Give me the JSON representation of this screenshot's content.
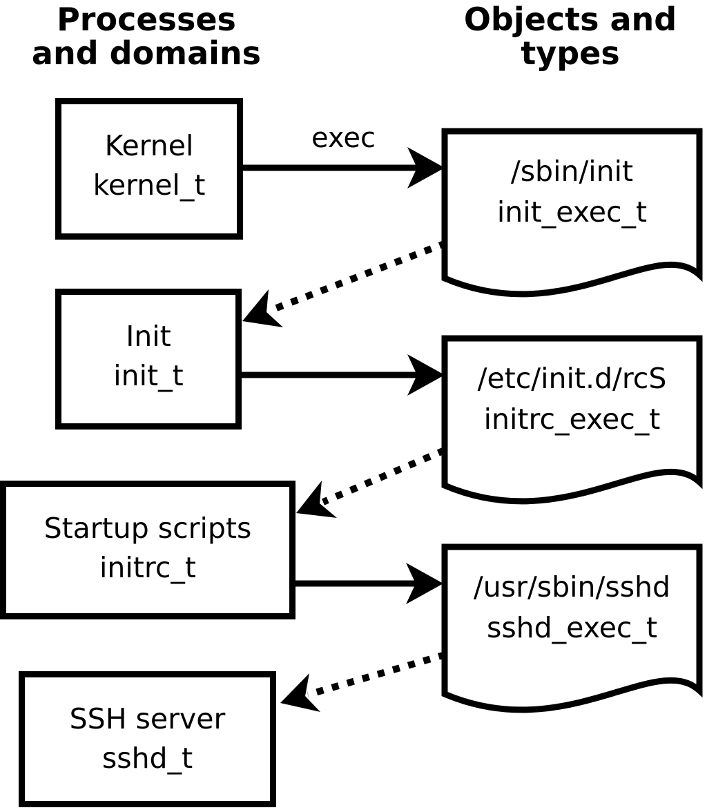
{
  "headers": {
    "left": {
      "line1": "Processes",
      "line2": "and domains"
    },
    "right": {
      "line1": "Objects and",
      "line2": "types"
    }
  },
  "processes": [
    {
      "name": "Kernel",
      "type": "kernel_t"
    },
    {
      "name": "Init",
      "type": "init_t"
    },
    {
      "name": "Startup scripts",
      "type": "initrc_t"
    },
    {
      "name": "SSH server",
      "type": "sshd_t"
    }
  ],
  "objects": [
    {
      "path": "/sbin/init",
      "type": "init_exec_t"
    },
    {
      "path": "/etc/init.d/rcS",
      "type": "initrc_exec_t"
    },
    {
      "path": "/usr/sbin/sshd",
      "type": "sshd_exec_t"
    }
  ],
  "edges": {
    "exec_label": "exec",
    "solid_arrows": [
      {
        "from": "Kernel kernel_t",
        "to": "/sbin/init init_exec_t",
        "label": "exec"
      },
      {
        "from": "Init init_t",
        "to": "/etc/init.d/rcS initrc_exec_t",
        "label": ""
      },
      {
        "from": "Startup scripts initrc_t",
        "to": "/usr/sbin/sshd sshd_exec_t",
        "label": ""
      }
    ],
    "dotted_arrows": [
      {
        "from": "/sbin/init init_exec_t",
        "to": "Init init_t"
      },
      {
        "from": "/etc/init.d/rcS initrc_exec_t",
        "to": "Startup scripts initrc_t"
      },
      {
        "from": "/usr/sbin/sshd sshd_exec_t",
        "to": "SSH server sshd_t"
      }
    ]
  },
  "colors": {
    "foreground": "#000000",
    "background": "#ffffff"
  }
}
